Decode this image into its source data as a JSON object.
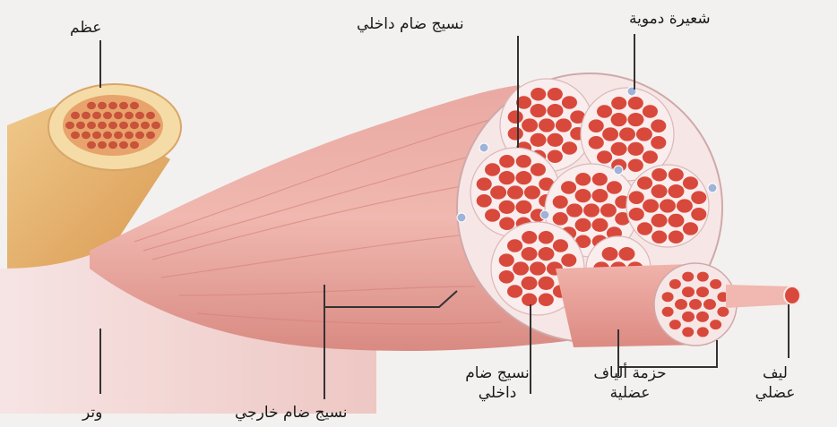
{
  "labels": {
    "bone": "عظم",
    "endomysium_top": "نسيج ضام داخلي",
    "capillary": "شعيرة دموية",
    "tendon": "وتر",
    "epimysium": "نسيج ضام خارجي",
    "endomysium_bottom_line1": "نسيج ضام",
    "endomysium_bottom_line2": "داخلي",
    "fascicle_line1": "حزمة ألياف",
    "fascicle_line2": "عضلية",
    "fiber_line1": "ليف",
    "fiber_line2": "عضلي"
  },
  "colors": {
    "background": "#f3f1ef",
    "muscle": "#e8a39d",
    "muscle_dark": "#cf7a72",
    "tendon": "#f2dcdb",
    "bone": "#e6b676",
    "bone_cap": "#f5dca6",
    "fiber_red": "#d8493c",
    "membrane": "#f7e6e6",
    "capillary": "#9fb3d9",
    "leader": "#333333"
  }
}
